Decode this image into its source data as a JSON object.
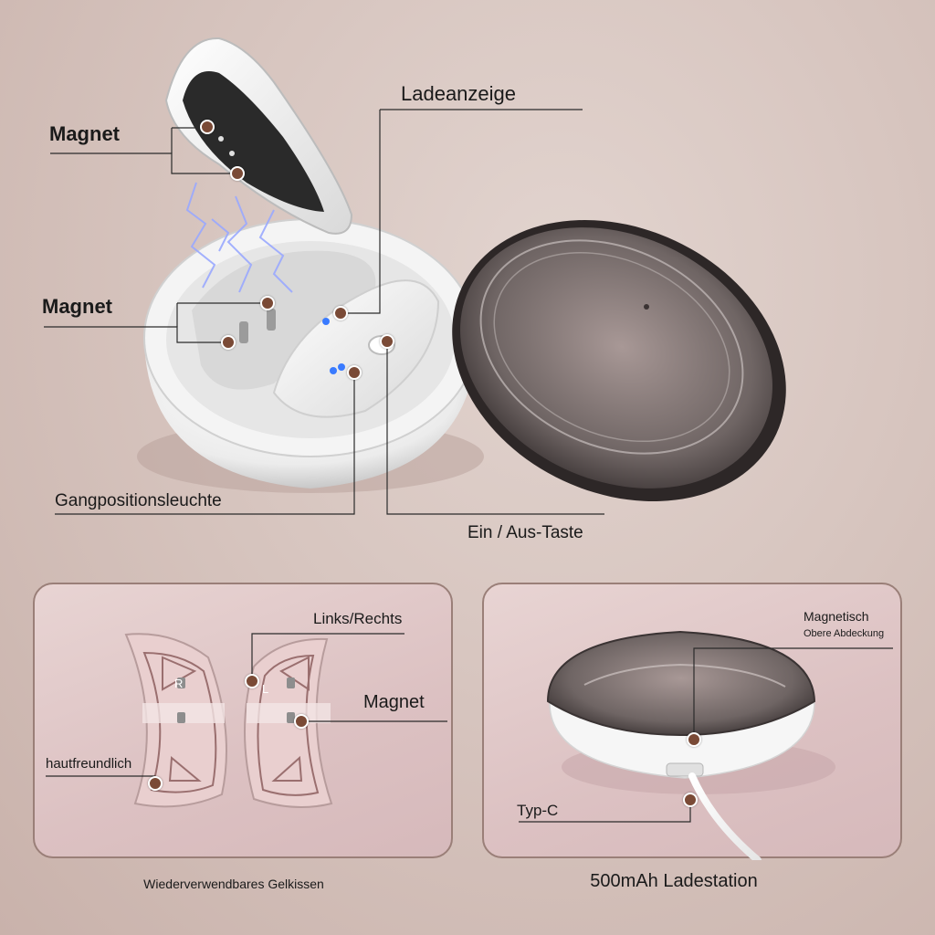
{
  "top_labels": {
    "magnet_1": "Magnet",
    "charging_indicator": "Ladeanzeige",
    "magnet_2": "Magnet",
    "gear_position_light": "Gangpositionsleuchte",
    "power_button": "Ein / Aus-Taste"
  },
  "left_panel": {
    "left_right": "Links/Rechts",
    "magnet": "Magnet",
    "skin_friendly": "hautfreundlich",
    "pad_letter_r": "R",
    "pad_letter_l": "L",
    "caption": "Wiederverwendbares Gelkissen"
  },
  "right_panel": {
    "magnetic": "Magnetisch",
    "top_cover": "Obere Abdeckung",
    "type_c": "Typ-C",
    "caption": "500mAh Ladestation"
  },
  "colors": {
    "background": "#d7c5bf",
    "dot": "#7a4a36",
    "line": "#2b2b2b",
    "panel_border": "#9a7f78",
    "led_blue": "#3a7bff"
  }
}
